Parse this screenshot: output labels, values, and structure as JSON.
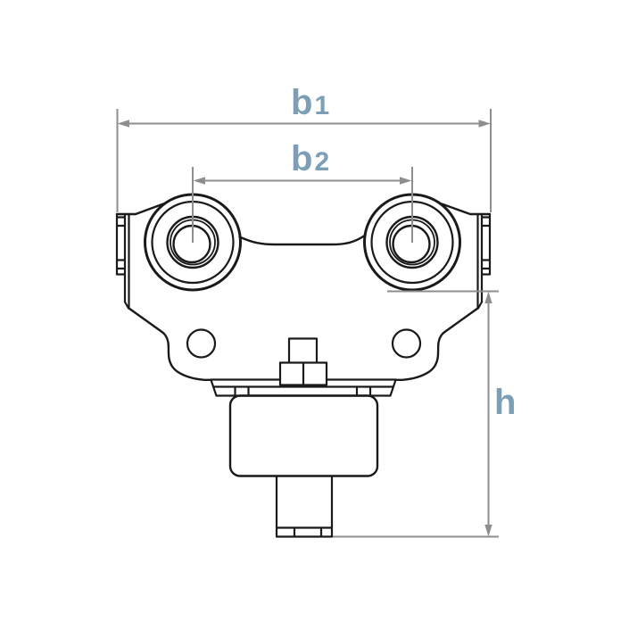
{
  "dims": {
    "b1": {
      "base": "b",
      "sub": "1"
    },
    "b2": {
      "base": "b",
      "sub": "2"
    },
    "h": {
      "base": "h",
      "sub": ""
    }
  },
  "colors": {
    "label": "#7C9FB6",
    "dimension_line": "#8E8E8E",
    "outline": "#1A1A1A",
    "background": "#FFFFFF"
  }
}
